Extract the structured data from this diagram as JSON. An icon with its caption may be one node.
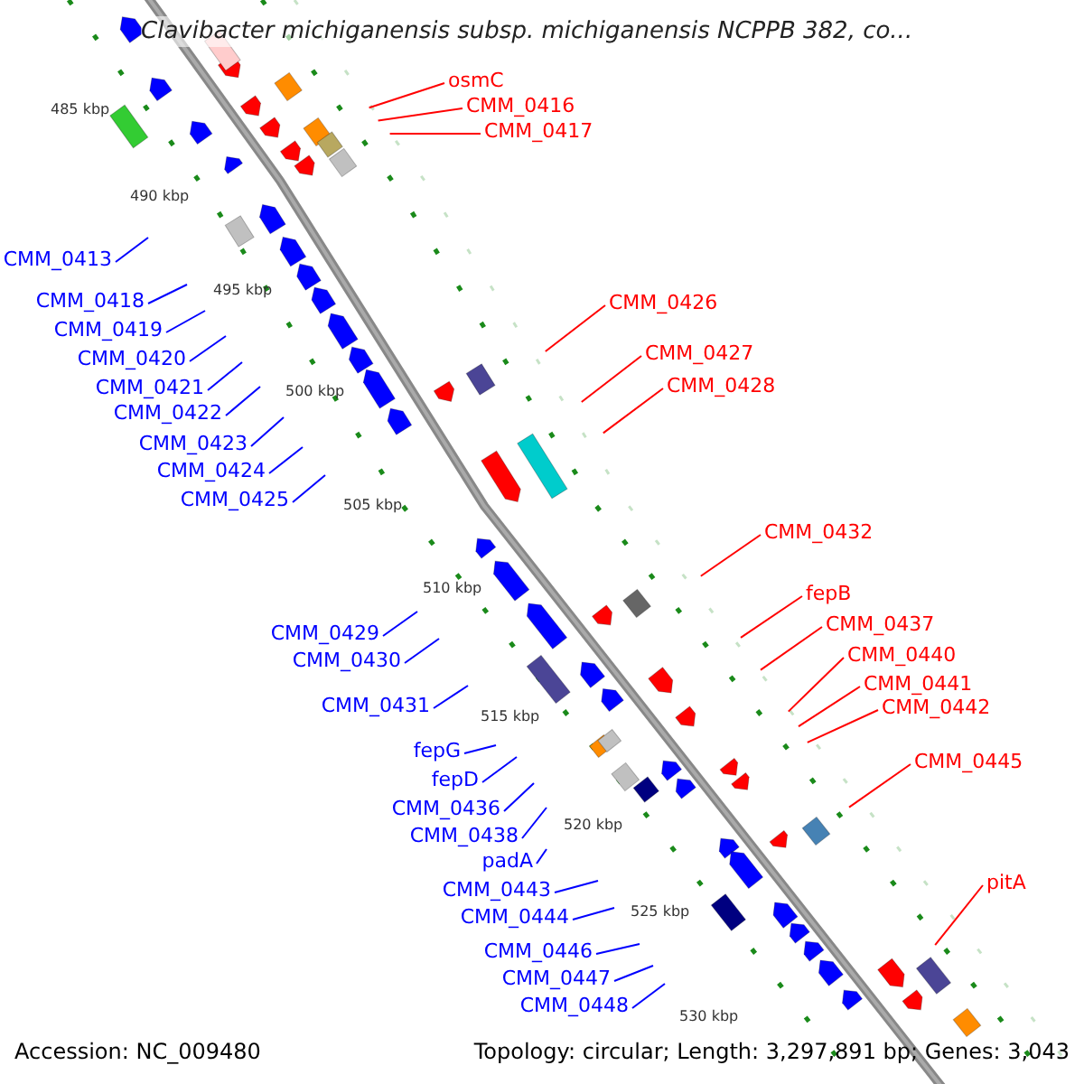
{
  "diagram": {
    "title": "Clavibacter michiganensis subsp. michiganensis NCPPB 382, co...",
    "nodes": [
      {
        "text": [
          "osmC"
        ]
      },
      {
        "text": [
          "CMM_0416"
        ]
      },
      {
        "text": [
          "CMM_0417"
        ]
      },
      {
        "text": [
          "CMM_0413"
        ]
      },
      {
        "text": [
          "CMM_0418"
        ]
      },
      {
        "text": [
          "CMM_0426"
        ]
      },
      {
        "text": [
          "CMM_0419"
        ]
      },
      {
        "text": [
          "CMM_0427"
        ]
      },
      {
        "text": [
          "CMM_0420"
        ]
      },
      {
        "text": [
          "CMM_0428"
        ]
      },
      {
        "text": [
          "CMM_0421"
        ]
      },
      {
        "text": [
          "CMM_0422"
        ]
      },
      {
        "text": [
          "CMM_0423"
        ]
      },
      {
        "text": [
          "CMM_0424"
        ]
      },
      {
        "text": [
          "CMM_0425"
        ]
      },
      {
        "text": [
          "CMM_0432"
        ]
      },
      {
        "text": [
          "fepB"
        ]
      },
      {
        "text": [
          "CMM_0437"
        ]
      },
      {
        "text": [
          "CMM_0429"
        ]
      },
      {
        "text": [
          "CMM_0440"
        ]
      },
      {
        "text": [
          "CMM_0430"
        ]
      },
      {
        "text": [
          "CMM_0441"
        ]
      },
      {
        "text": [
          "CMM_0431"
        ]
      },
      {
        "text": [
          "CMM_0442"
        ]
      },
      {
        "text": [
          "fepG"
        ]
      },
      {
        "text": [
          "CMM_0445"
        ]
      },
      {
        "text": [
          "fepD"
        ]
      },
      {
        "text": [
          "CMM_0436"
        ]
      },
      {
        "text": [
          "CMM_0438"
        ]
      },
      {
        "text": [
          "padA"
        ]
      },
      {
        "text": [
          "pitA"
        ]
      },
      {
        "text": [
          "CMM_0443"
        ]
      },
      {
        "text": [
          "CMM_0444"
        ]
      },
      {
        "text": [
          "CMM_0446"
        ]
      },
      {
        "text": [
          "CMM_0447"
        ]
      },
      {
        "text": [
          "CMM_0448"
        ]
      }
    ],
    "edges": [
      {
        "from": 0,
        "to": null,
        "arrow": "none",
        "color": "#ff0000"
      },
      {
        "from": 1,
        "to": null,
        "arrow": "none",
        "color": "#ff0000"
      },
      {
        "from": 2,
        "to": null,
        "arrow": "none",
        "color": "#ff0000"
      },
      {
        "from": 3,
        "to": null,
        "arrow": "none"
      },
      {
        "from": 4,
        "to": null,
        "arrow": "none"
      },
      {
        "from": 5,
        "to": null,
        "arrow": "none",
        "color": "#ff0000"
      },
      {
        "from": 6,
        "to": null,
        "arrow": "none"
      },
      {
        "from": 7,
        "to": null,
        "arrow": "none",
        "color": "#ff0000"
      },
      {
        "from": 8,
        "to": null,
        "arrow": "none"
      },
      {
        "from": 9,
        "to": null,
        "arrow": "none",
        "color": "#ff0000"
      },
      {
        "from": 10,
        "to": null,
        "arrow": "none"
      },
      {
        "from": 11,
        "to": null,
        "arrow": "none"
      },
      {
        "from": 12,
        "to": null,
        "arrow": "none"
      },
      {
        "from": 13,
        "to": null,
        "arrow": "none"
      },
      {
        "from": 14,
        "to": null,
        "arrow": "none"
      },
      {
        "from": 15,
        "to": null,
        "arrow": "none",
        "color": "#ff0000"
      },
      {
        "from": 16,
        "to": null,
        "arrow": "none",
        "color": "#ff0000"
      },
      {
        "from": 17,
        "to": null,
        "arrow": "none",
        "color": "#ff0000"
      },
      {
        "from": 18,
        "to": null,
        "arrow": "none"
      },
      {
        "from": 19,
        "to": null,
        "arrow": "none",
        "color": "#ff0000"
      },
      {
        "from": 20,
        "to": null,
        "arrow": "none"
      },
      {
        "from": 21,
        "to": null,
        "arrow": "none",
        "color": "#ff0000"
      },
      {
        "from": 22,
        "to": null,
        "arrow": "none"
      },
      {
        "from": 23,
        "to": null,
        "arrow": "none",
        "color": "#ff0000"
      },
      {
        "from": 24,
        "to": null,
        "arrow": "none"
      },
      {
        "from": 25,
        "to": null,
        "arrow": "none",
        "color": "#ff0000"
      },
      {
        "from": 26,
        "to": null,
        "arrow": "none"
      },
      {
        "from": 27,
        "to": null,
        "arrow": "none"
      },
      {
        "from": 28,
        "to": null,
        "arrow": "none"
      },
      {
        "from": 29,
        "to": null,
        "arrow": "none"
      },
      {
        "from": 30,
        "to": null,
        "arrow": "none",
        "color": "#ff0000"
      },
      {
        "from": 31,
        "to": null,
        "arrow": "none"
      },
      {
        "from": 32,
        "to": null,
        "arrow": "none"
      },
      {
        "from": 33,
        "to": null,
        "arrow": "none"
      },
      {
        "from": 34,
        "to": null,
        "arrow": "none"
      },
      {
        "from": 35,
        "to": null,
        "arrow": "none"
      }
    ],
    "labels": [
      "485 kbp",
      "490 kbp",
      "495 kbp",
      "500 kbp",
      "505 kbp",
      "510 kbp",
      "515 kbp",
      "520 kbp",
      "525 kbp",
      "530 kbp",
      "Accession: NC_009480",
      "Topology: circular; Length: 3,297,891 bp; Genes: 3,043"
    ]
  }
}
